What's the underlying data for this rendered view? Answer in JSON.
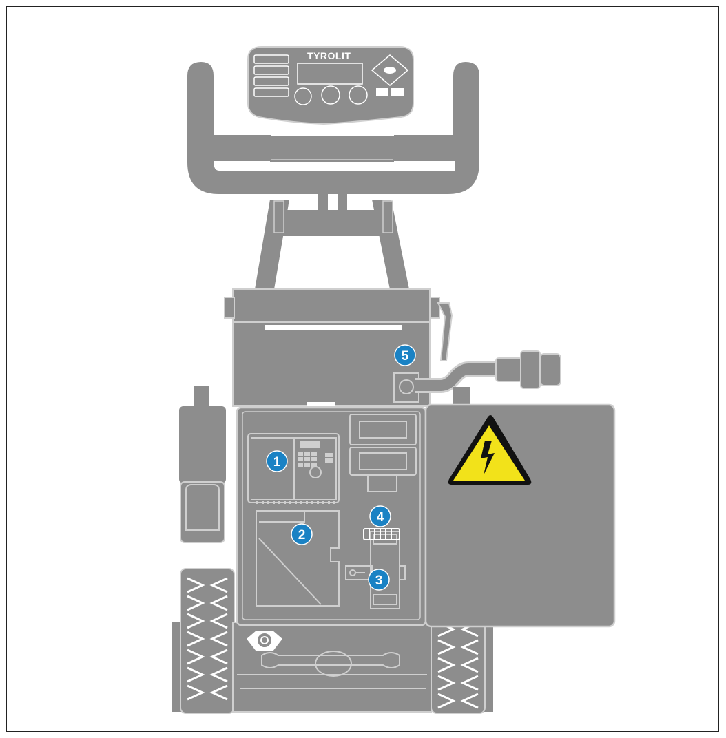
{
  "brand": "TYROLIT",
  "callouts": {
    "c1": "1",
    "c2": "2",
    "c3": "3",
    "c4": "4",
    "c5": "5"
  },
  "colors": {
    "machine": "#8d8d8d",
    "outline": "#cfcfcf",
    "callout": "#1a82c4",
    "warning": "#f2e21a"
  },
  "icons": {
    "warning": "high-voltage-warning-icon"
  }
}
